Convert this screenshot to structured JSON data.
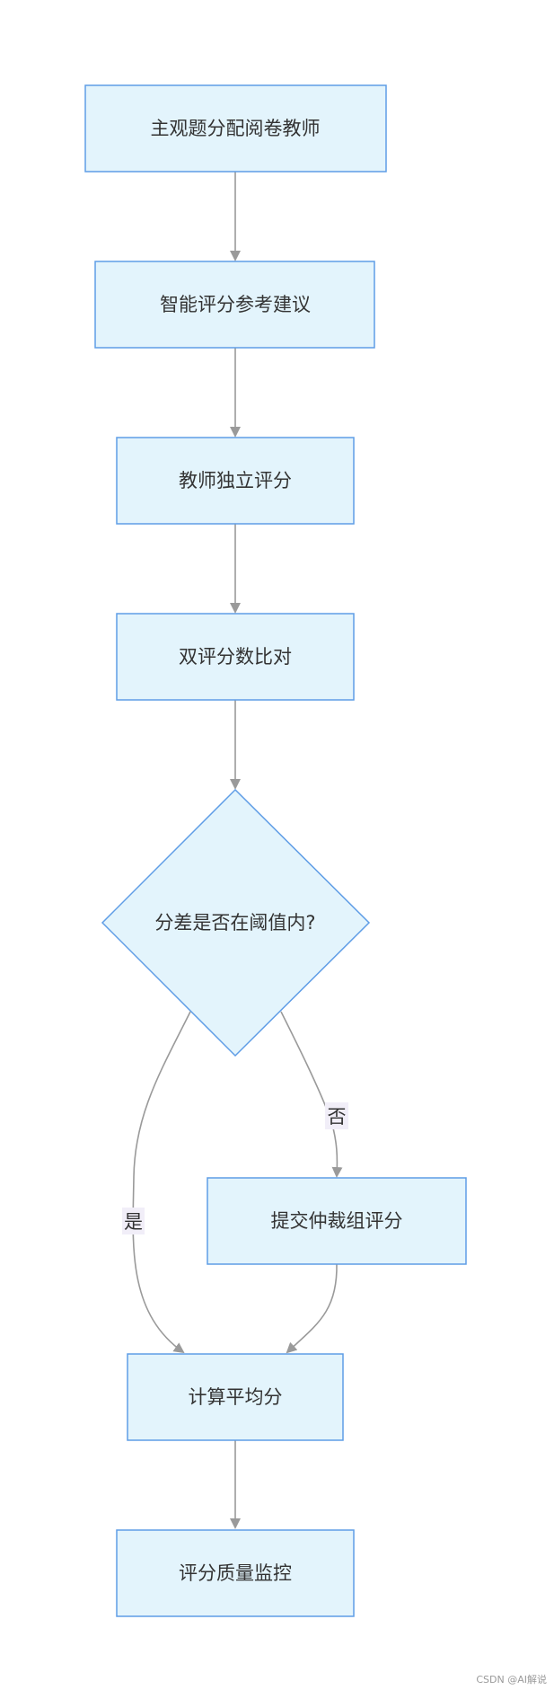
{
  "diagram": {
    "nodes": {
      "assign": {
        "label": "主观题分配阅卷教师",
        "shape": "rect"
      },
      "ai_suggest": {
        "label": "智能评分参考建议",
        "shape": "rect"
      },
      "independent": {
        "label": "教师独立评分",
        "shape": "rect"
      },
      "compare": {
        "label": "双评分数比对",
        "shape": "rect"
      },
      "threshold": {
        "label": "分差是否在阈值内?",
        "shape": "diamond"
      },
      "arbitration": {
        "label": "提交仲裁组评分",
        "shape": "rect"
      },
      "average": {
        "label": "计算平均分",
        "shape": "rect"
      },
      "monitor": {
        "label": "评分质量监控",
        "shape": "rect"
      }
    },
    "edges": {
      "yes_label": "是",
      "no_label": "否"
    },
    "colors": {
      "node_fill": "#e3f4fc",
      "node_stroke": "#5f9de6",
      "edge": "#9a9a9a",
      "label_bg": "#f1eef8",
      "text": "#333333"
    }
  },
  "watermark": "CSDN @AI解说"
}
